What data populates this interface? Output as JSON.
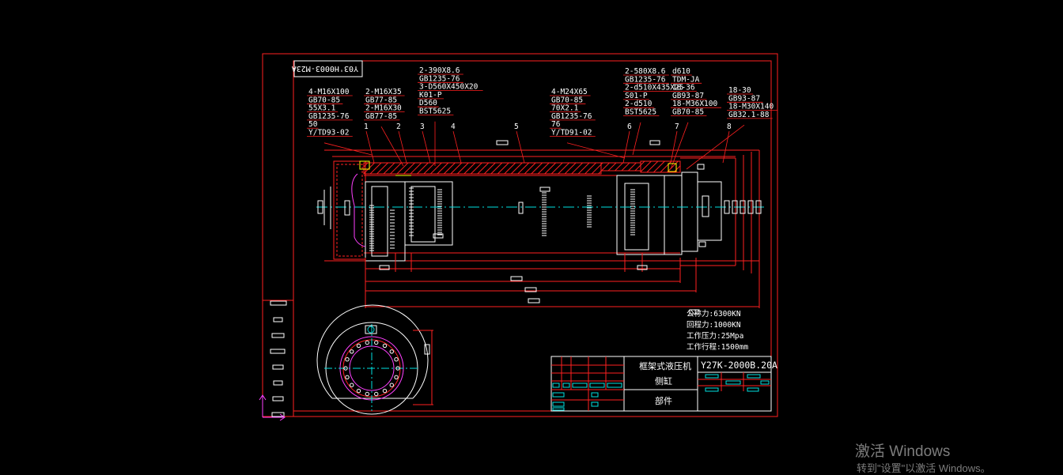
{
  "drawing": {
    "code_box": "Y03'H0003-M23A",
    "labels_left": {
      "a": [
        "4-M16X100",
        "GB70-85",
        "55X3.1",
        "GB1235-76",
        "50",
        "Y/TD93-02"
      ],
      "b": [
        "2-M16X35",
        "GB77-85",
        "2-M16X30",
        "GB77-85"
      ],
      "c": [
        "2-390X8.6",
        "GB1235-76",
        "3-D560X450X20",
        "K01-P",
        "D560",
        "BST5625"
      ]
    },
    "labels_mid": [
      "4-M24X65",
      "GB70-85",
      "70X2.1",
      "GB1235-76",
      "76",
      "Y/TD91-02"
    ],
    "labels_right": {
      "a": [
        "2-580X8.6",
        "GB1235-76",
        "2-d510X435X25",
        "S01-P",
        "2-d510",
        "BST5625"
      ],
      "b": [
        "d610",
        "TDM-JA",
        "18-36",
        "GB93-87",
        "18-M36X100",
        "GB70-85"
      ],
      "c": [
        "18-30",
        "GB93-87",
        "18-M30X140",
        "GB32.1-88"
      ]
    },
    "part_numbers": [
      "1",
      "2",
      "3",
      "4",
      "5",
      "6",
      "7",
      "8"
    ],
    "specs": [
      "公称力:6300KN",
      "回程力:1000KN",
      "工作压力:25Mpa",
      "工作行程:1500mm"
    ],
    "title_block": {
      "name": "框架式液压机",
      "part": "侧缸",
      "code": "Y27K-2000B.20A",
      "type": "部件"
    }
  },
  "colors": {
    "red": "#ff2020",
    "white": "#ffffff",
    "cyan": "#00e0e0",
    "magenta": "#ff40ff",
    "yellow": "#ffff00"
  },
  "watermark": {
    "line1": "激活 Windows",
    "line2": "转到\"设置\"以激活 Windows。"
  }
}
